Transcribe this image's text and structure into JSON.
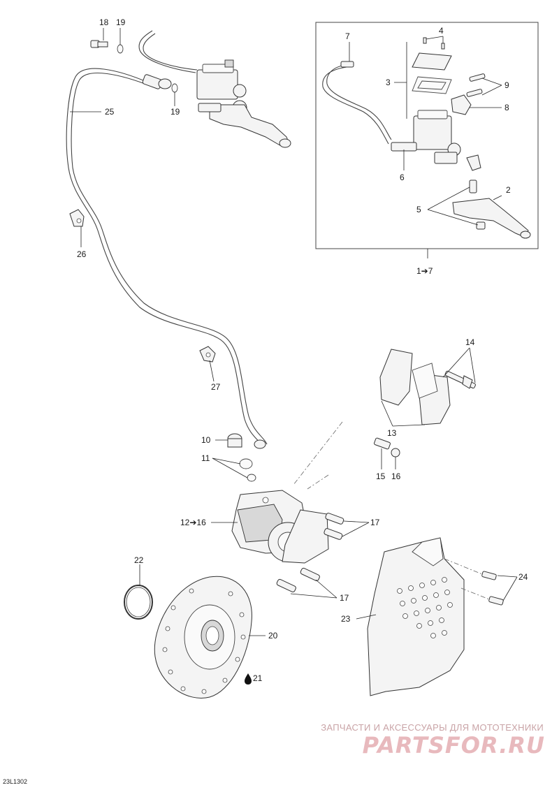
{
  "figure_code": "23L1302",
  "callouts": {
    "c18": "18",
    "c19a": "19",
    "c19b": "19",
    "c25": "25",
    "c26": "26",
    "c27": "27",
    "c7": "7",
    "c4": "4",
    "c3": "3",
    "c9": "9",
    "c8": "8",
    "c6": "6",
    "c2": "2",
    "c5": "5",
    "c1to7": "1➔7",
    "c14": "14",
    "c13": "13",
    "c15": "15",
    "c16": "16",
    "c10": "10",
    "c11": "11",
    "c12to16": "12➔16",
    "c17a": "17",
    "c17b": "17",
    "c22": "22",
    "c20": "20",
    "c21": "21",
    "c23": "23",
    "c24": "24"
  },
  "watermark": {
    "tagline": "ЗАПЧАСТИ И АКСЕССУАРЫ ДЛЯ МОТОТЕХНИКИ",
    "brand": "PARTSFOR.RU"
  },
  "colors": {
    "line": "#333333",
    "watermark": "#e8b9bd"
  }
}
